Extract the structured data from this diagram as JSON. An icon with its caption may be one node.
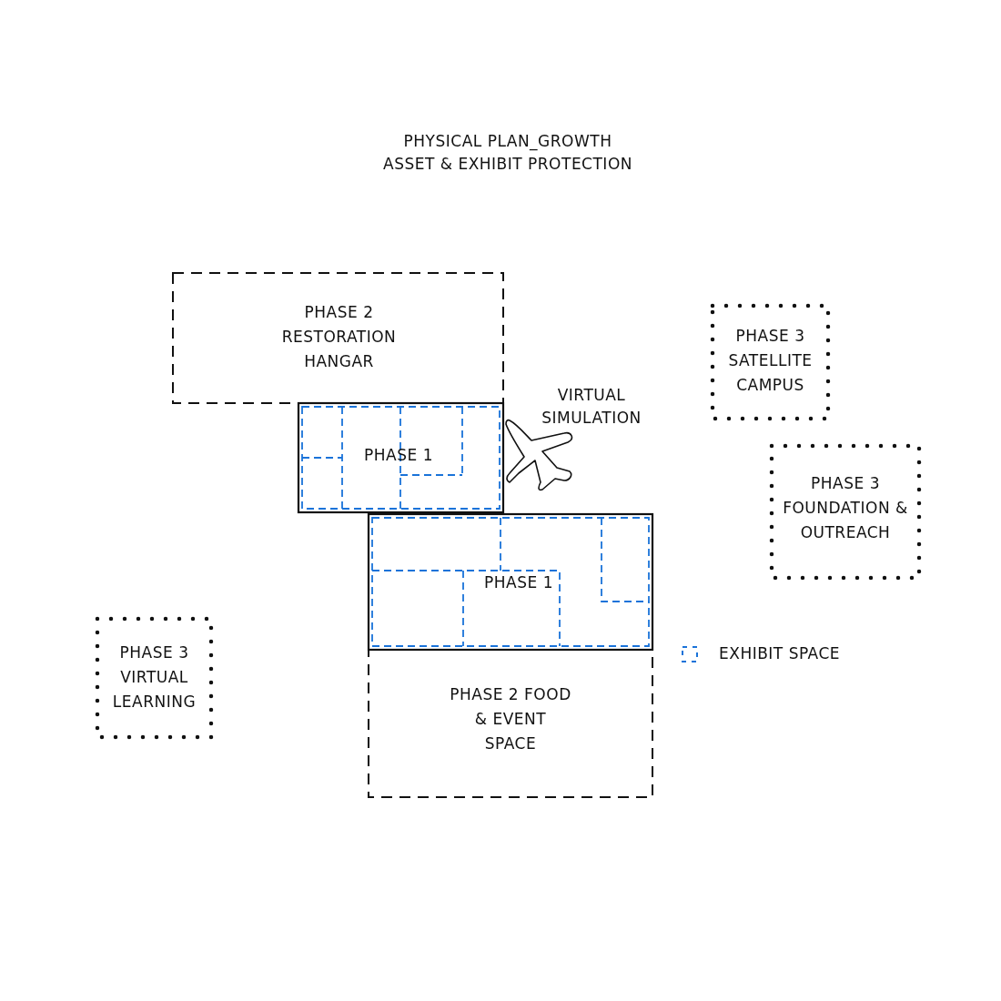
{
  "diagram": {
    "title": "PHYSICAL PLAN_GROWTH",
    "nodes": [
      {
        "text": [
          "PHASE 2 RESTORATION HANGAR"
        ]
      },
      {
        "text": [
          "PHASE 1"
        ]
      },
      {
        "text": [
          "PHASE 1"
        ]
      },
      {
        "text": [
          "PHASE 2 FOOD & EVENT SPACE"
        ]
      },
      {
        "text": [
          "PHASE 3 SATELLITE CAMPUS"
        ]
      },
      {
        "text": [
          "PHASE 3 FOUNDATION & OUTREACH"
        ]
      },
      {
        "text": [
          "PHASE 3 VIRTUAL LEARNING"
        ]
      }
    ],
    "labels": [
      "ASSET & EXHIBIT PROTECTION",
      "VIRTUAL SIMULATION"
    ],
    "legend": [
      {
        "text": "EXHIBIT SPACE"
      }
    ]
  }
}
